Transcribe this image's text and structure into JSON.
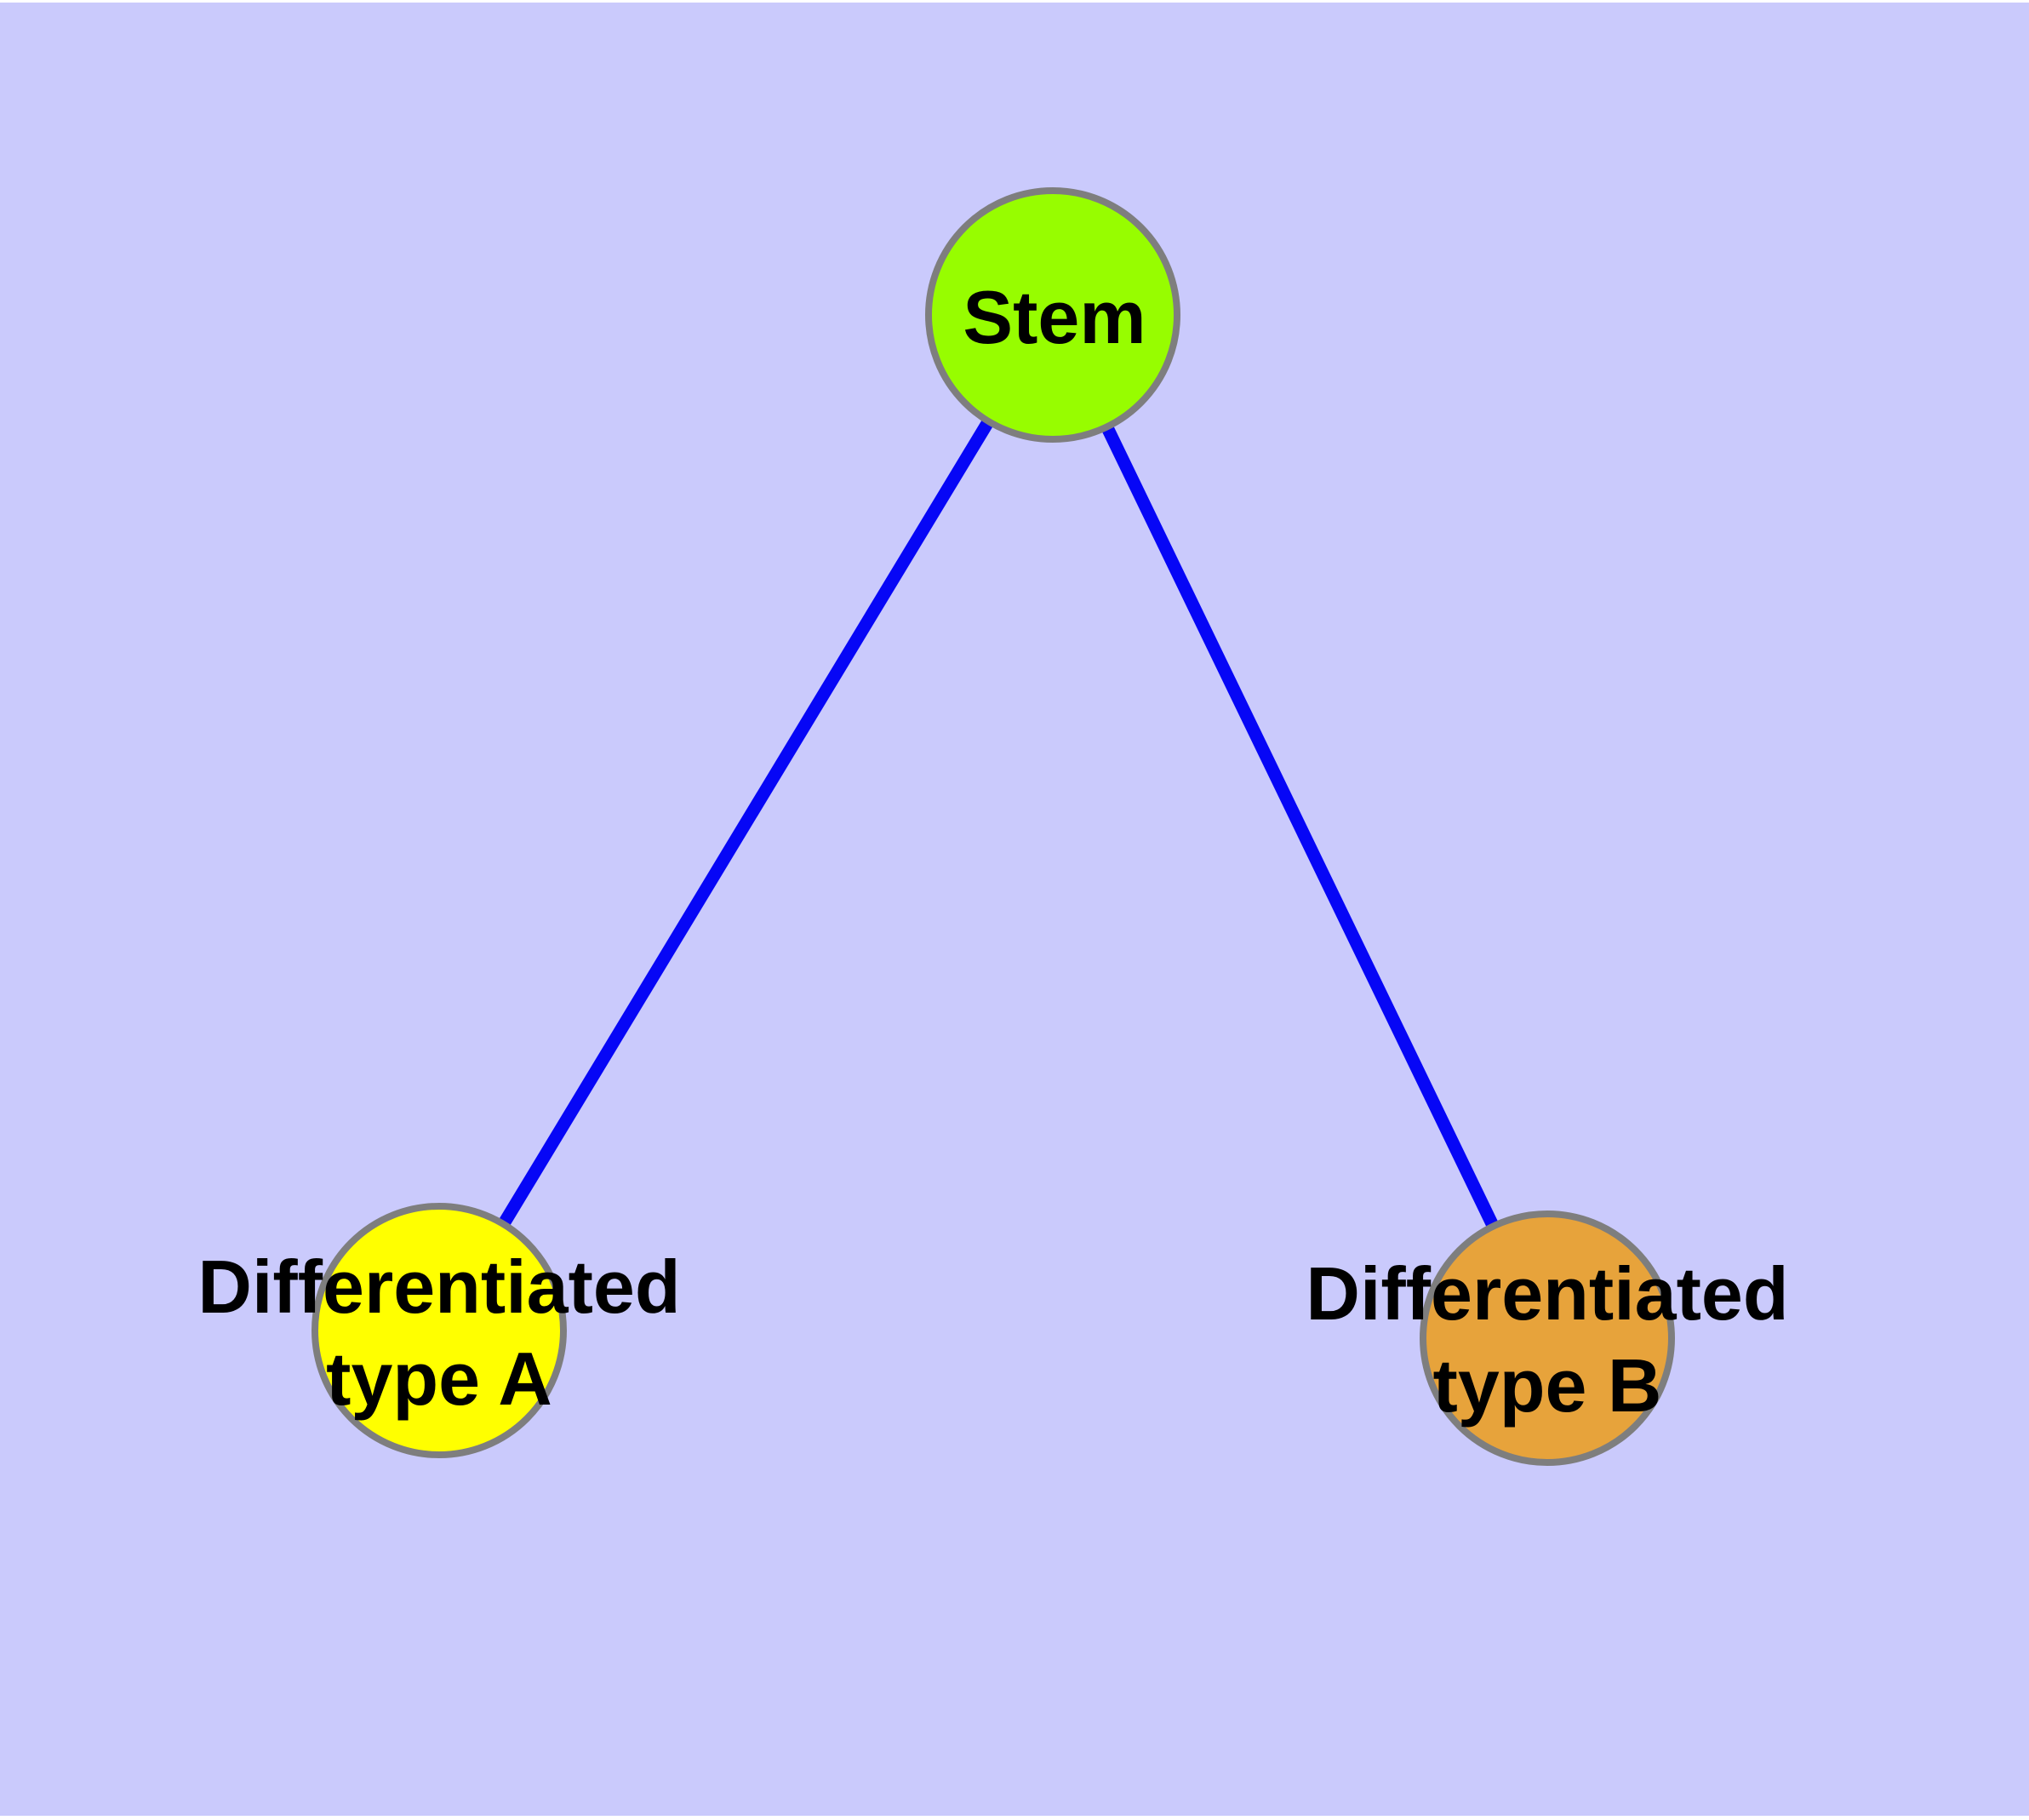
{
  "diagram": {
    "page_margin_color": "#ffffff",
    "background_color": "#cacafc",
    "text_color": "#000000",
    "edge_color": "#0606f6",
    "node_border_color": "#7e7e7e",
    "nodes": {
      "stem": {
        "label": "Stem",
        "fill": "#97fd00"
      },
      "type_a": {
        "label_line1": "Differentiated",
        "label_line2": "type A",
        "fill": "#ffff00"
      },
      "type_b": {
        "label_line1": "Differentiated",
        "label_line2": "type B",
        "fill": "#e7a33b"
      }
    },
    "edges": [
      {
        "from": "Stem",
        "to": "Differentiated type A"
      },
      {
        "from": "Stem",
        "to": "Differentiated type B"
      }
    ]
  }
}
